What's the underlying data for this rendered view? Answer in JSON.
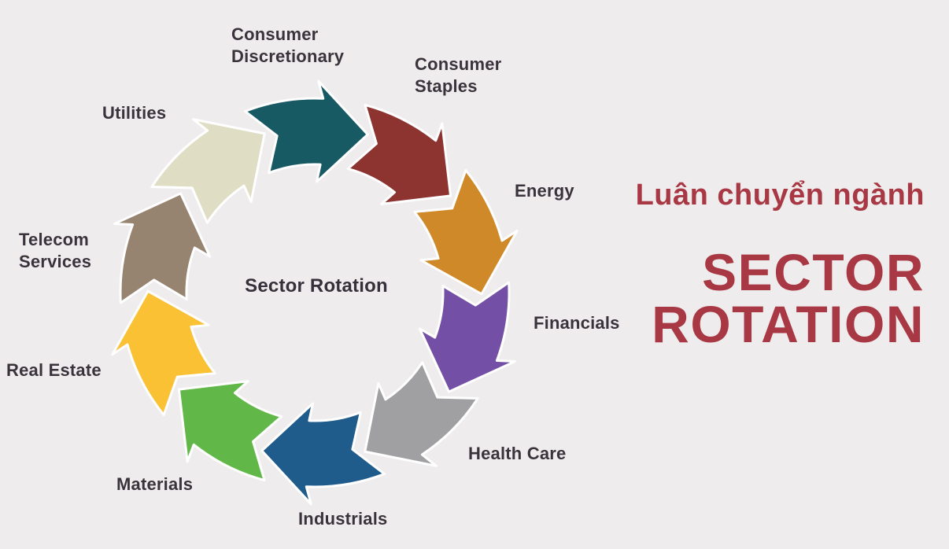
{
  "background_color": "#efecee",
  "diagram": {
    "center_label": "Sector Rotation",
    "rotation_direction": "clockwise",
    "sectors": [
      {
        "label": "Consumer Discretionary",
        "color": "#175a63"
      },
      {
        "label": "Consumer Staples",
        "color": "#8d3431"
      },
      {
        "label": "Energy",
        "color": "#d08928"
      },
      {
        "label": "Financials",
        "color": "#7350a5"
      },
      {
        "label": "Health Care",
        "color": "#a09fa2"
      },
      {
        "label": "Industrials",
        "color": "#1f5c8c"
      },
      {
        "label": "Materials",
        "color": "#61b848"
      },
      {
        "label": "Real Estate",
        "color": "#fac135"
      },
      {
        "label": "Telecom Services",
        "color": "#968471"
      },
      {
        "label": "Utilities",
        "color": "#e0ddc5"
      }
    ]
  },
  "title": {
    "subtitle_vi": "Luân chuyển ngành",
    "line1": "SECTOR",
    "line2": "ROTATION",
    "color": "#a83843"
  },
  "text_color": "#3a333b"
}
